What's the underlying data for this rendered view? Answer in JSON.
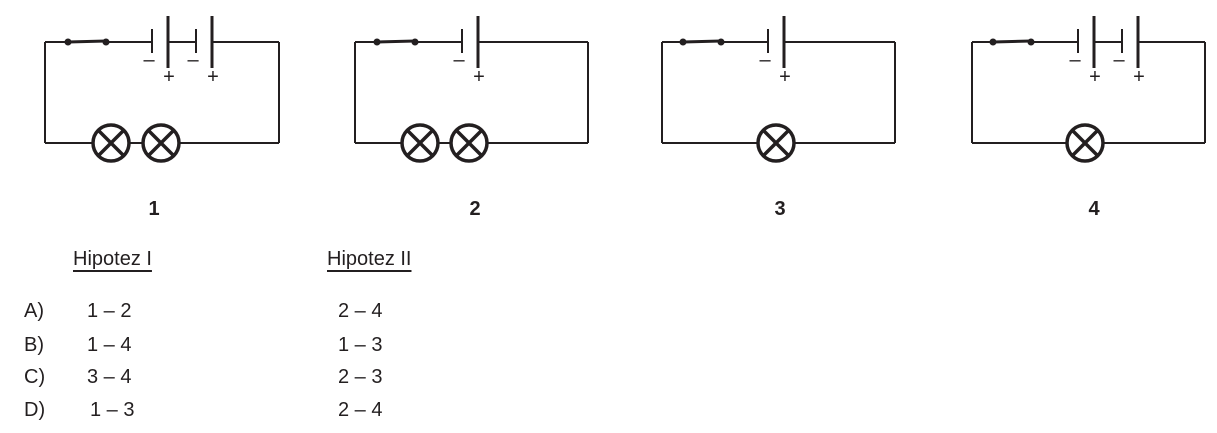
{
  "circuits": [
    {
      "number": "1",
      "cells": 2,
      "bulbs": 2
    },
    {
      "number": "2",
      "cells": 1,
      "bulbs": 2
    },
    {
      "number": "3",
      "cells": 1,
      "bulbs": 1
    },
    {
      "number": "4",
      "cells": 2,
      "bulbs": 1
    }
  ],
  "polarity": {
    "minus": "–",
    "plus": "+"
  },
  "headers": {
    "hyp1": "Hipotez I",
    "hyp2": "Hipotez II"
  },
  "options": [
    {
      "letter": "A)",
      "h1": "1 – 2",
      "h2": "2 – 4"
    },
    {
      "letter": "B)",
      "h1": "1 – 4",
      "h2": "1 – 3"
    },
    {
      "letter": "C)",
      "h1": "3 – 4",
      "h2": "2 – 3"
    },
    {
      "letter": "D)",
      "h1": "1 – 3",
      "h2": "2 – 4"
    }
  ]
}
